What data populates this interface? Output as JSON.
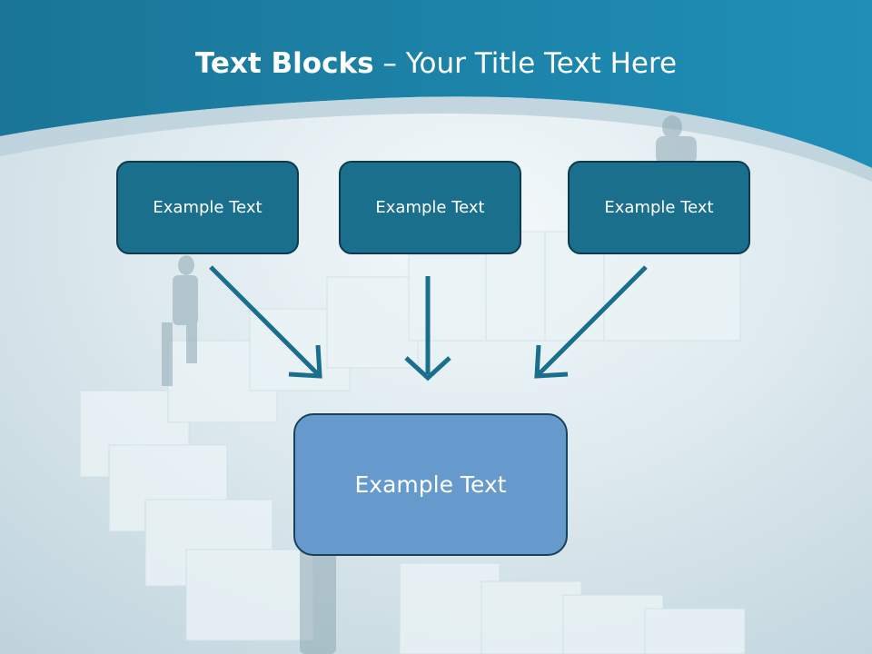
{
  "slide": {
    "title_bold": "Text Blocks",
    "title_dash": " – ",
    "title_rest": "Your Title Text Here",
    "top_boxes": [
      "Example Text",
      "Example Text",
      "Example Text"
    ],
    "center_box": "Example Text"
  },
  "colors": {
    "header": "#1b7fa3",
    "box_fill": "#1a6f8d",
    "center_box_fill": "#6699cc",
    "arrow": "#1a6f8d"
  }
}
